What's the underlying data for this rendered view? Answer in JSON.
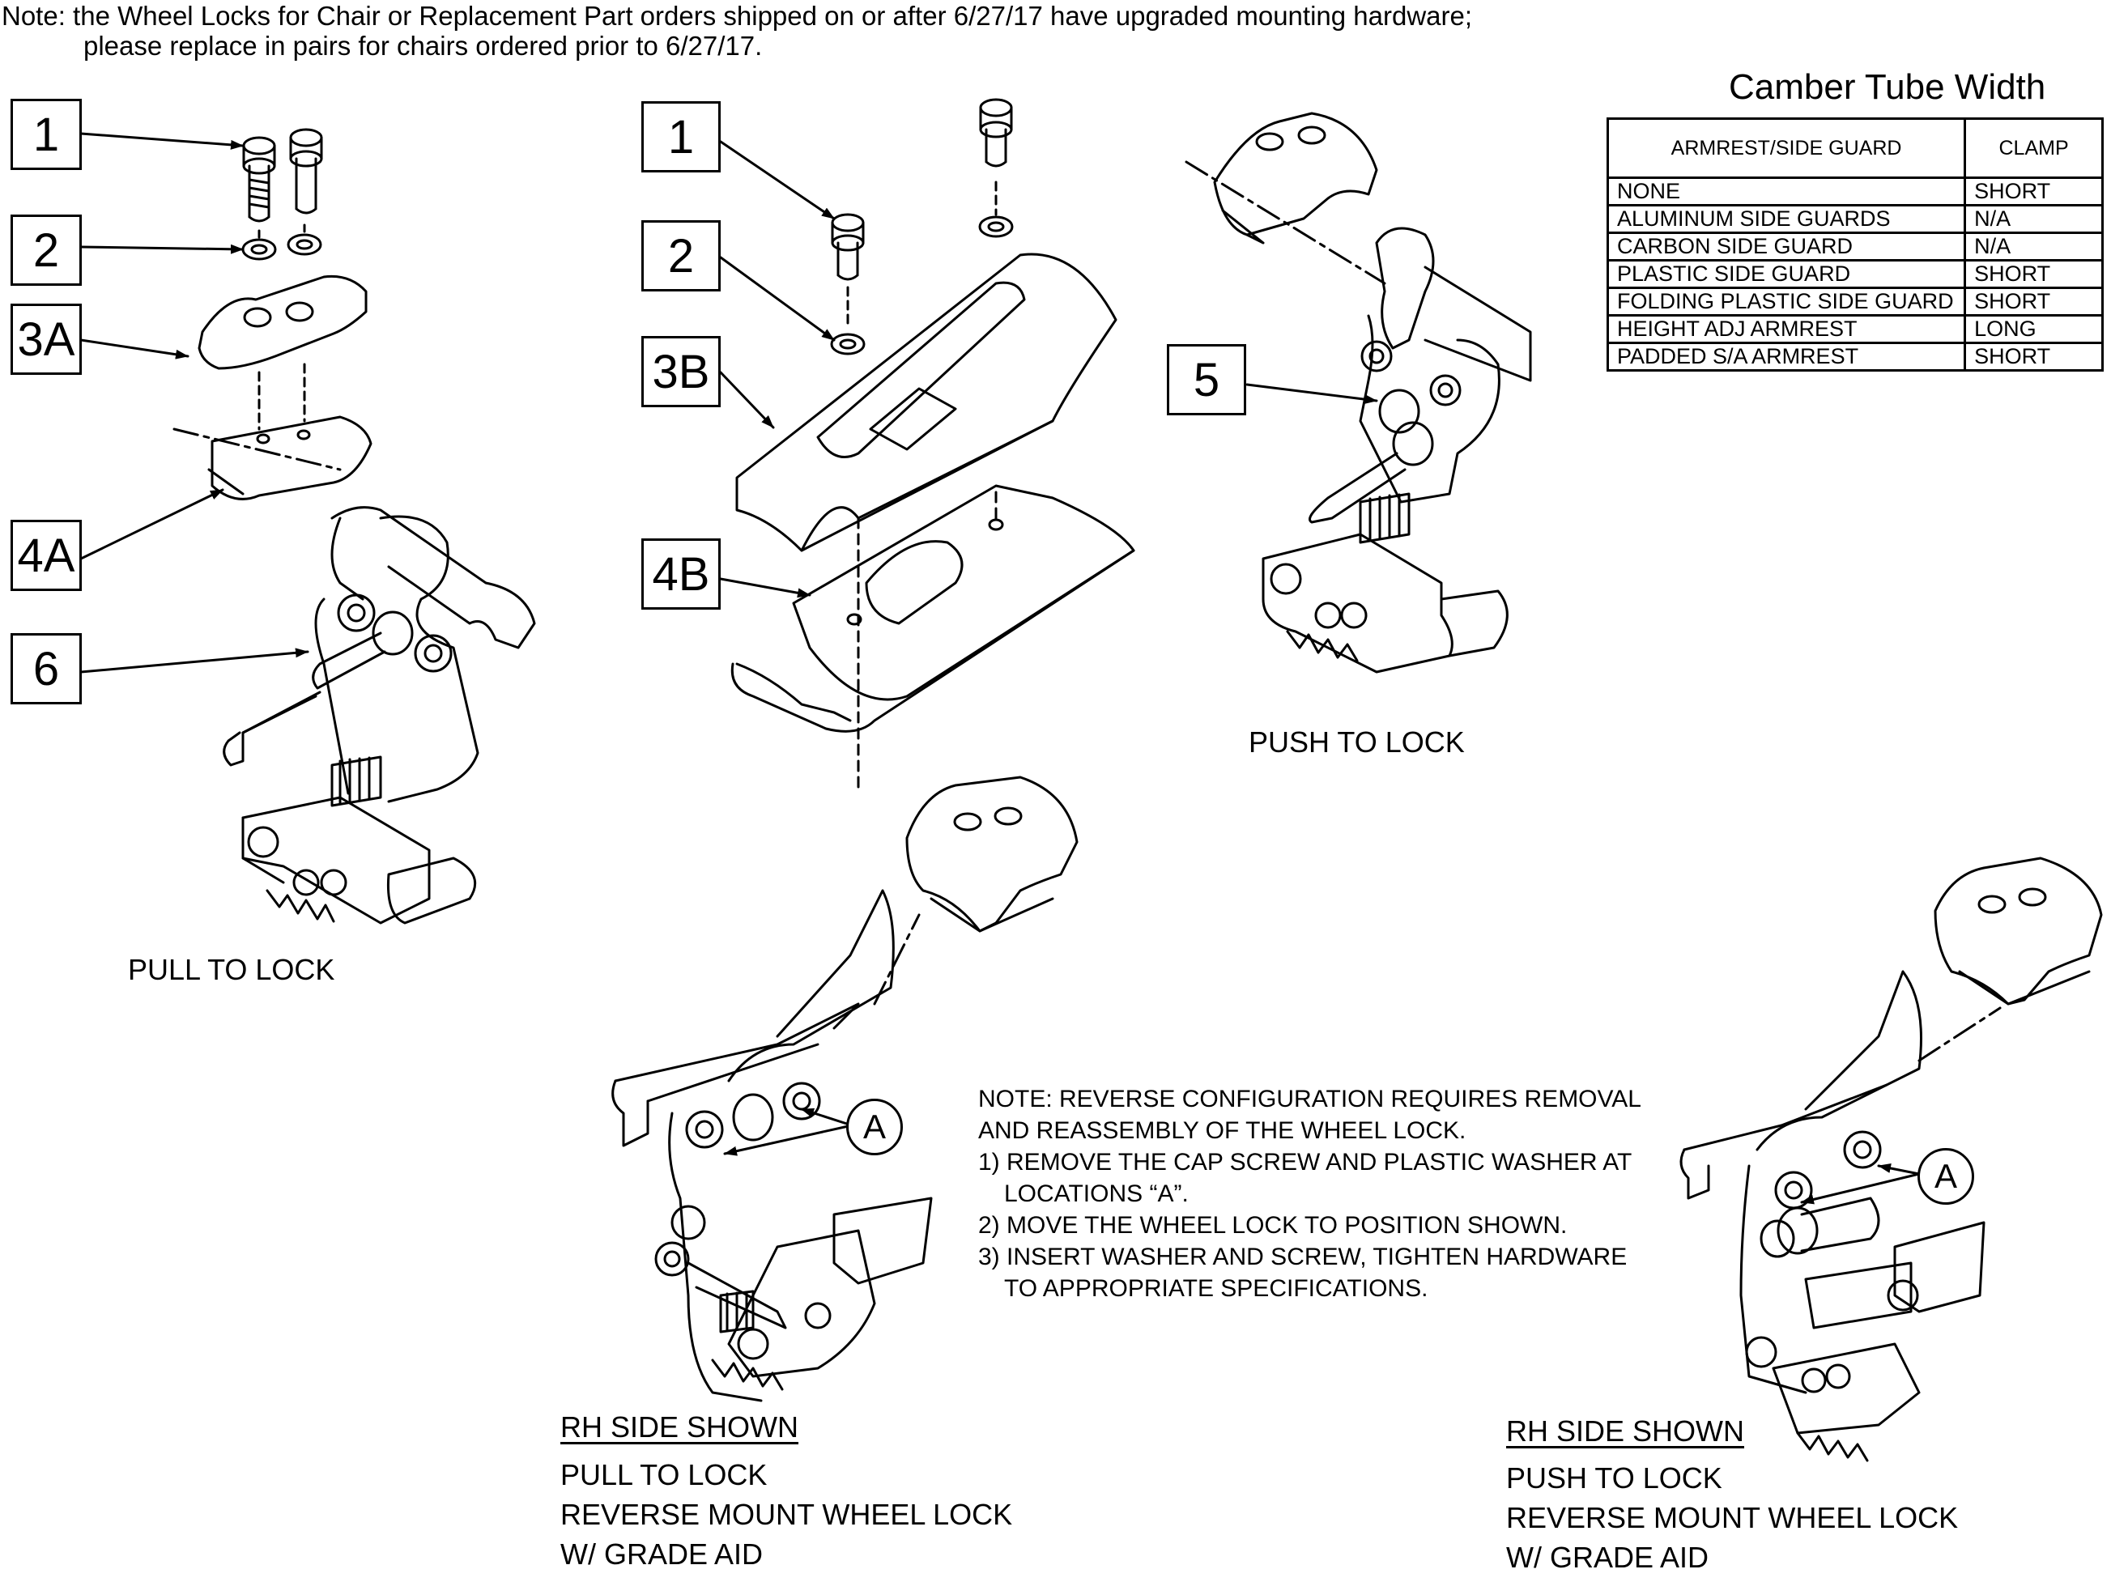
{
  "note": {
    "line1": "Note: the Wheel Locks for Chair or Replacement Part orders shipped on or after 6/27/17 have upgraded mounting hardware;",
    "line2": "please replace in pairs for chairs ordered prior to 6/27/17."
  },
  "table": {
    "title": "Camber Tube Width",
    "headers": [
      "ARMREST/SIDE GUARD",
      "CLAMP"
    ],
    "rows": [
      [
        "NONE",
        "SHORT"
      ],
      [
        "ALUMINUM SIDE GUARDS",
        "N/A"
      ],
      [
        "CARBON SIDE GUARD",
        "N/A"
      ],
      [
        "PLASTIC SIDE GUARD",
        "SHORT"
      ],
      [
        "FOLDING PLASTIC SIDE GUARD",
        "SHORT"
      ],
      [
        "HEIGHT ADJ ARMREST",
        "LONG"
      ],
      [
        "PADDED S/A ARMREST",
        "SHORT"
      ]
    ]
  },
  "callouts": {
    "left": [
      "1",
      "2",
      "3A",
      "4A",
      "6"
    ],
    "middle": [
      "1",
      "2",
      "3B",
      "4B"
    ],
    "right": [
      "5"
    ],
    "location": "A"
  },
  "captions": {
    "pull_to_lock": "PULL TO LOCK",
    "push_to_lock": "PUSH TO LOCK"
  },
  "reverse_note": {
    "lines": [
      "NOTE: REVERSE CONFIGURATION REQUIRES REMOVAL",
      "AND REASSEMBLY OF THE WHEEL LOCK.",
      "1) REMOVE THE CAP SCREW AND PLASTIC WASHER  AT",
      "LOCATIONS “A”.",
      "2) MOVE THE WHEEL LOCK TO POSITION SHOWN.",
      "3) INSERT WASHER AND SCREW, TIGHTEN HARDWARE",
      "TO APPROPRIATE SPECIFICATIONS."
    ]
  },
  "bottom_left_caption": {
    "heading": "RH SIDE SHOWN",
    "lines": [
      "PULL TO LOCK",
      "REVERSE MOUNT WHEEL LOCK",
      "W/ GRADE AID"
    ]
  },
  "bottom_right_caption": {
    "heading": "RH SIDE SHOWN",
    "lines": [
      "PUSH TO LOCK",
      "REVERSE MOUNT WHEEL LOCK",
      "W/ GRADE AID"
    ]
  }
}
